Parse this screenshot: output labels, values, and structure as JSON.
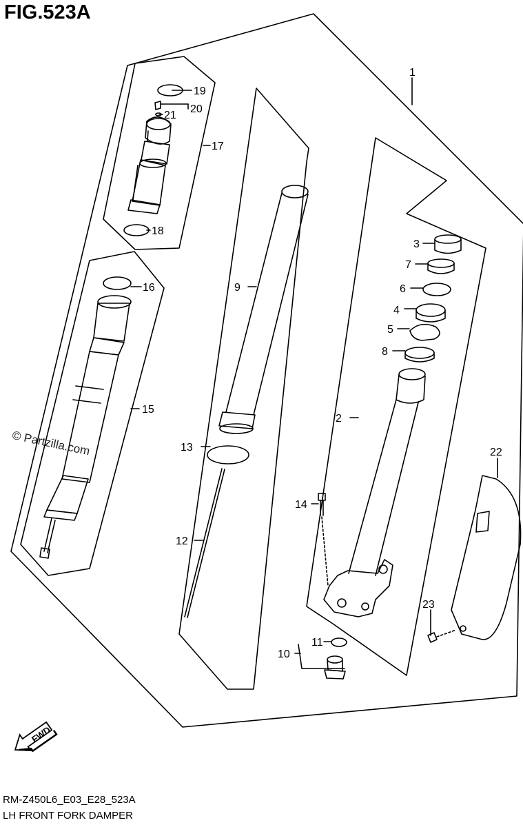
{
  "title": "FIG.523A",
  "model_code": "RM-Z450L6_E03_E28_523A",
  "subtitle": "LH FRONT FORK DAMPER",
  "watermark": "© Partzilla.com",
  "direction_label": "FWD",
  "callouts": [
    "1",
    "2",
    "3",
    "4",
    "5",
    "6",
    "7",
    "8",
    "9",
    "10",
    "11",
    "12",
    "13",
    "14",
    "15",
    "16",
    "17",
    "18",
    "19",
    "20",
    "21",
    "22",
    "23"
  ]
}
